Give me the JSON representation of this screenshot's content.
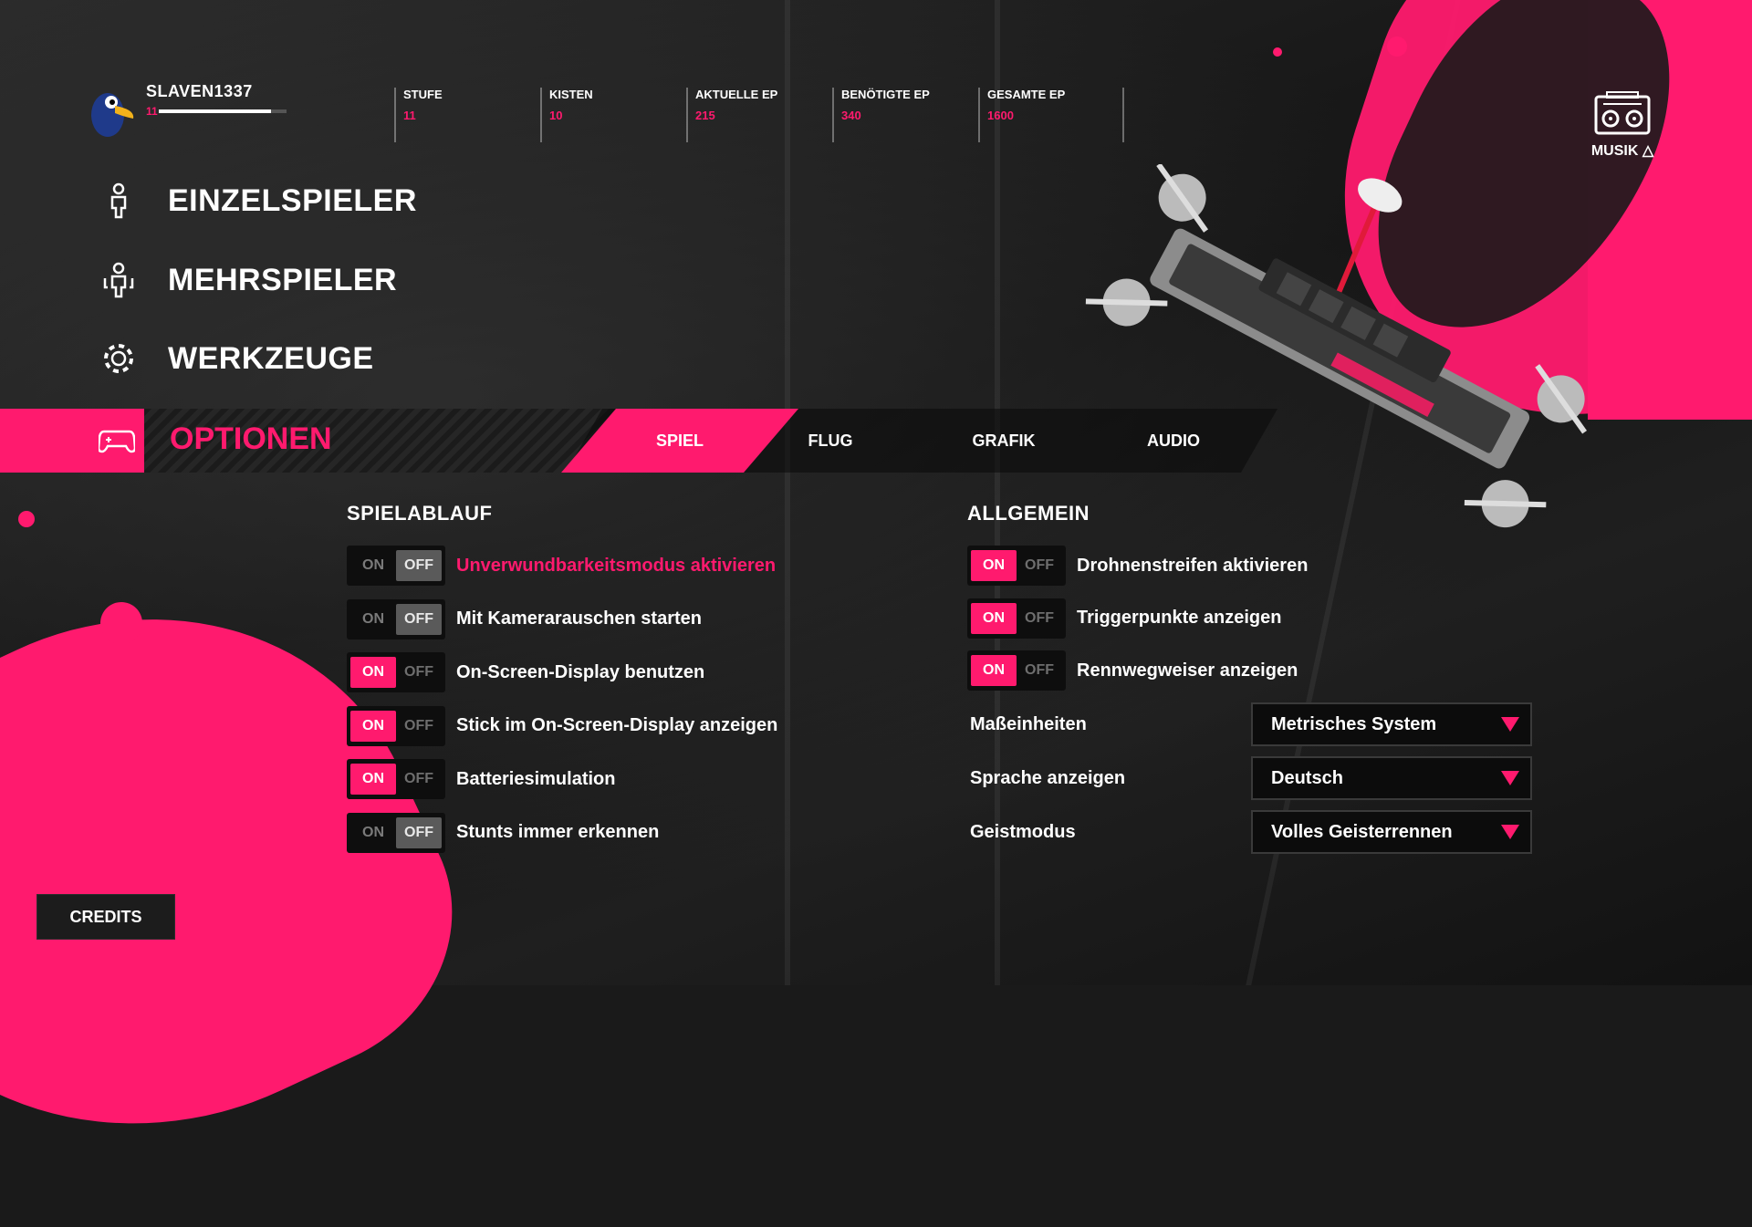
{
  "profile": {
    "username": "SLAVEN1337",
    "level": "11",
    "xp_progress": 0.88
  },
  "stats": [
    {
      "label": "STUFE",
      "value": "11"
    },
    {
      "label": "KISTEN",
      "value": "10"
    },
    {
      "label": "AKTUELLE EP",
      "value": "215"
    },
    {
      "label": "BENÖTIGTE EP",
      "value": "340"
    },
    {
      "label": "GESAMTE EP",
      "value": "1600"
    }
  ],
  "music": {
    "label": "MUSIK",
    "icon": "boombox-icon"
  },
  "menu": {
    "singleplayer": "EINZELSPIELER",
    "multiplayer": "MEHRSPIELER",
    "tools": "WERKZEUGE",
    "options": "OPTIONEN"
  },
  "tabs": [
    "SPIEL",
    "FLUG",
    "GRAFIK",
    "AUDIO"
  ],
  "active_tab": "SPIEL",
  "spielablauf": {
    "title": "SPIELABLAUF",
    "on_text": "ON",
    "off_text": "OFF",
    "items": [
      {
        "label": "Unverwundbarkeitsmodus aktivieren",
        "state": "off",
        "highlighted": true
      },
      {
        "label": "Mit Kamerarauschen starten",
        "state": "off"
      },
      {
        "label": "On-Screen-Display benutzen",
        "state": "on"
      },
      {
        "label": "Stick im On-Screen-Display anzeigen",
        "state": "on"
      },
      {
        "label": "Batteriesimulation",
        "state": "on"
      },
      {
        "label": "Stunts immer erkennen",
        "state": "off"
      }
    ]
  },
  "allgemein": {
    "title": "ALLGEMEIN",
    "items": [
      {
        "label": "Drohnenstreifen aktivieren",
        "state": "on"
      },
      {
        "label": "Triggerpunkte anzeigen",
        "state": "on"
      },
      {
        "label": "Rennwegweiser anzeigen",
        "state": "on"
      }
    ],
    "dropdowns": [
      {
        "label": "Maßeinheiten",
        "value": "Metrisches System"
      },
      {
        "label": "Sprache anzeigen",
        "value": "Deutsch"
      },
      {
        "label": "Geistmodus",
        "value": "Volles Geisterrennen"
      }
    ]
  },
  "credits_label": "CREDITS",
  "colors": {
    "accent": "#ff1a6e",
    "background": "#1a1a1a"
  }
}
